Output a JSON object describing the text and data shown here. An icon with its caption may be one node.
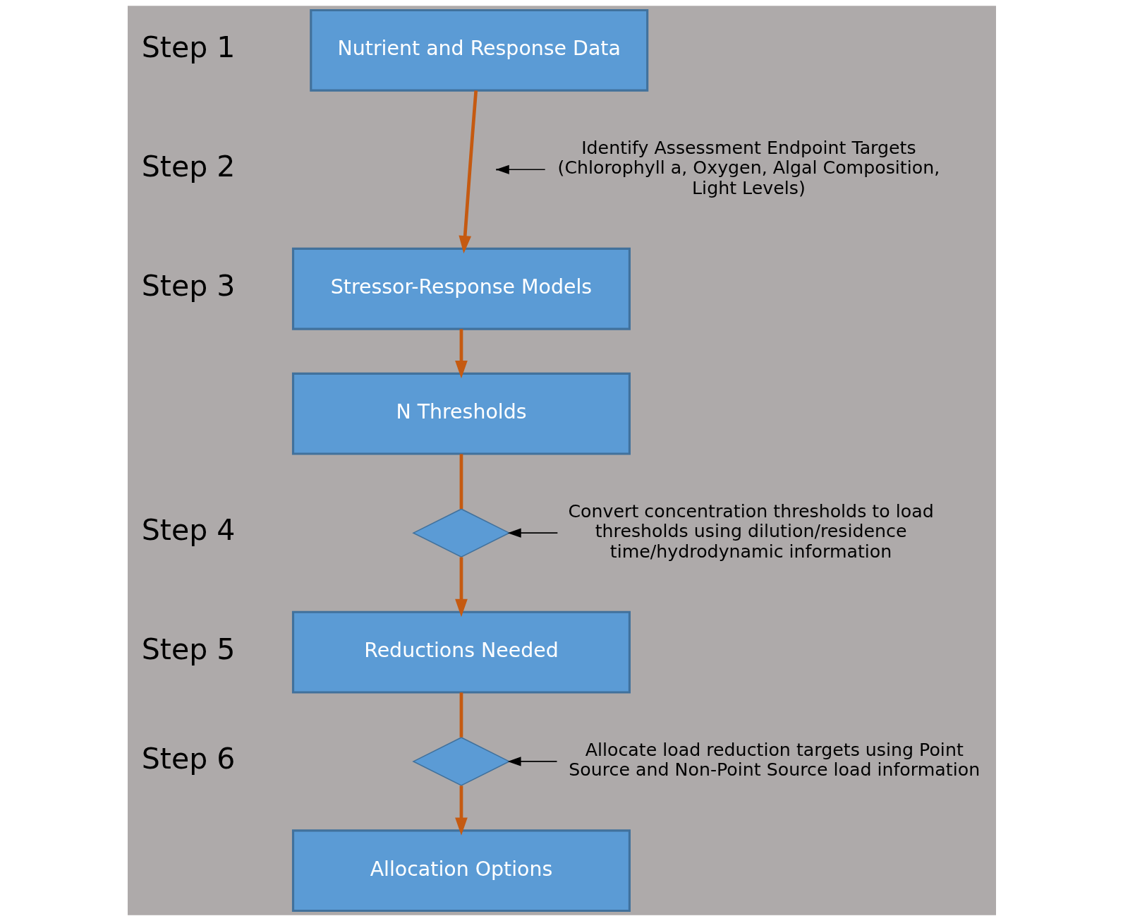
{
  "diagram": {
    "nodes": [
      {
        "text": [
          "Nutrient and Response Data"
        ]
      },
      {
        "text": [
          "Stressor-Response Models"
        ]
      },
      {
        "text": [
          "N Thresholds"
        ]
      },
      {
        "text": [
          "Reductions Needed"
        ]
      },
      {
        "text": [
          "Allocation Options"
        ]
      },
      {
        "text": [
          "Identify Assessment Endpoint Targets (Chlorophyll a, Oxygen, Algal Composition, Light Levels)"
        ]
      },
      {
        "text": [],
        "shape": "valve"
      },
      {
        "text": [
          "Convert concentration thresholds to load thresholds using dilution/residence time/hydrodynamic information"
        ]
      },
      {
        "text": [],
        "shape": "valve"
      },
      {
        "text": [
          "Allocate load reduction targets using Point Source and Non-Point Source load information"
        ]
      }
    ],
    "edges": [
      {
        "from": 0,
        "to": 1,
        "arrow": "to"
      },
      {
        "from": 5,
        "to": null,
        "arrow": "to",
        "color": "#000000"
      },
      {
        "from": 1,
        "to": 2,
        "arrow": "to"
      },
      {
        "from": 2,
        "to": 6,
        "arrow": "none"
      },
      {
        "from": 6,
        "to": 3,
        "arrow": "to"
      },
      {
        "from": 7,
        "to": 6,
        "arrow": "to",
        "color": "#000000"
      },
      {
        "from": 3,
        "to": 8,
        "arrow": "none"
      },
      {
        "from": 8,
        "to": 4,
        "arrow": "to"
      },
      {
        "from": 9,
        "to": 8,
        "arrow": "to",
        "color": "#000000"
      }
    ],
    "labels": [
      "Step 1",
      "Step 2",
      "Step 3",
      "Step 4",
      "Step 5",
      "Step 6"
    ]
  }
}
